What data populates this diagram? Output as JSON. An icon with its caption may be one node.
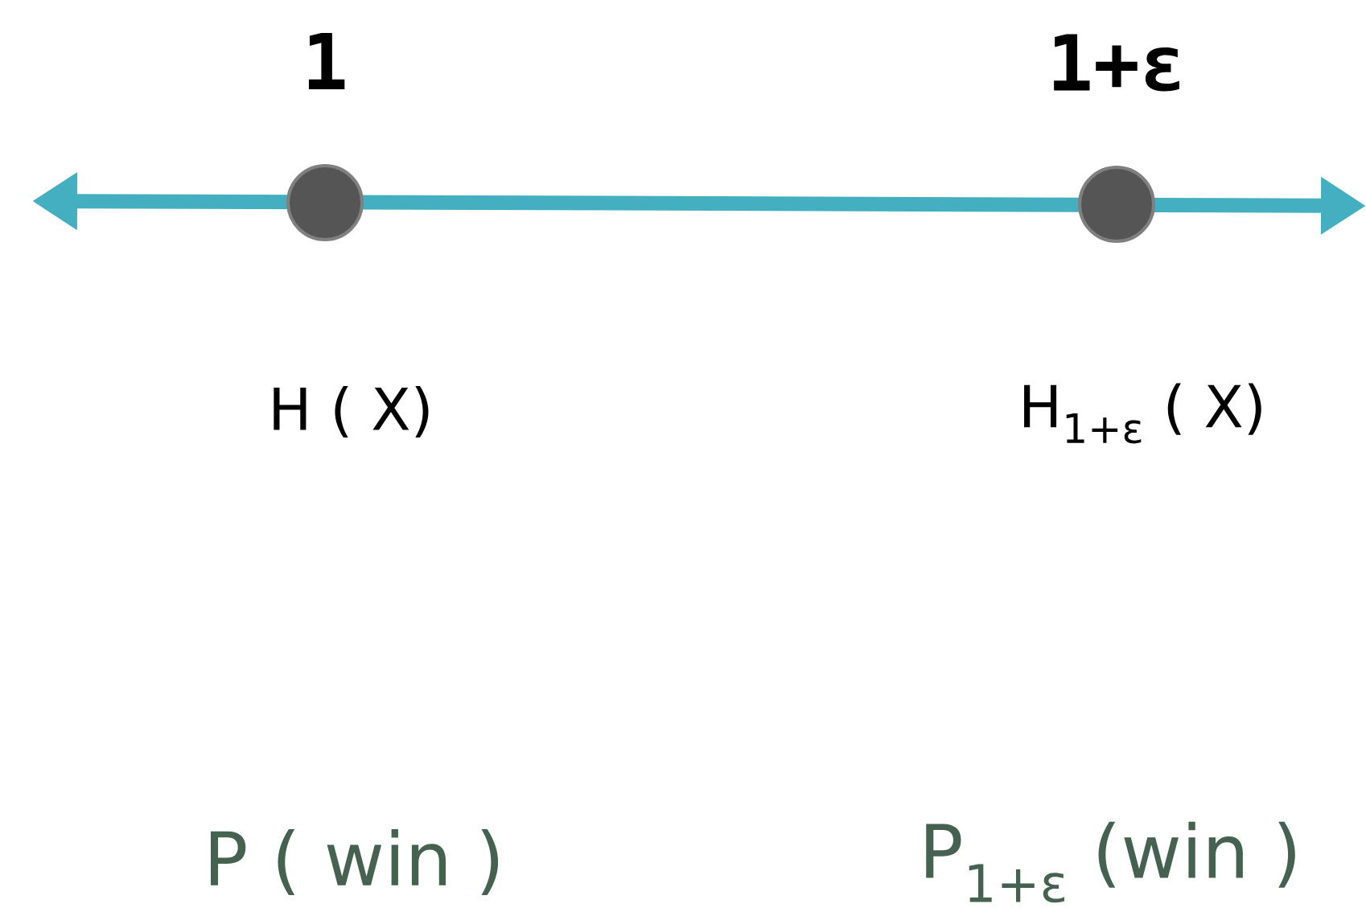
{
  "diagram": {
    "nodes": [
      {
        "text": [],
        "shape": "circle",
        "beside": [
          "1",
          "H ( X)"
        ]
      },
      {
        "text": [],
        "shape": "circle",
        "beside": [
          "1+ε",
          "H$_{1+ε}$ ( X)"
        ]
      }
    ],
    "labels": [
      "P ( win )",
      "P$_{1+ε}$ (win )"
    ]
  }
}
